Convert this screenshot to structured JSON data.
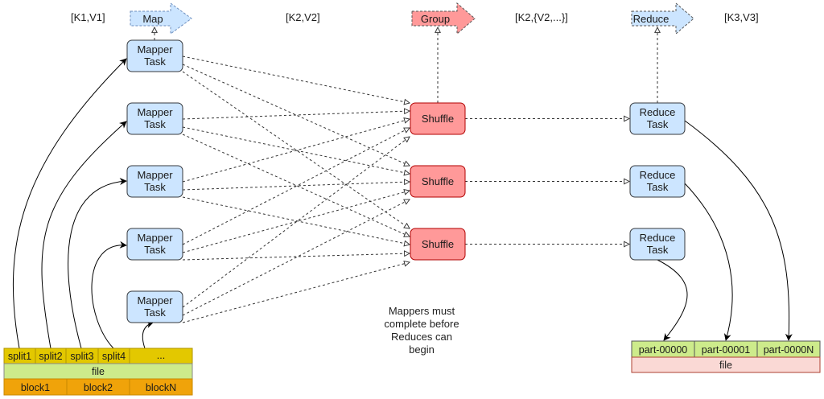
{
  "diagram": {
    "kv_labels": [
      "[K1,V1]",
      "[K2,V2]",
      "[K2,{V2,...}]",
      "[K3,V3]"
    ],
    "phase_arrows": [
      {
        "label": "Map",
        "color": "#cce5ff"
      },
      {
        "label": "Group",
        "color": "#ff9999"
      },
      {
        "label": "Reduce",
        "color": "#cce5ff"
      }
    ],
    "mappers": [
      {
        "line1": "Mapper",
        "line2": "Task"
      },
      {
        "line1": "Mapper",
        "line2": "Task"
      },
      {
        "line1": "Mapper",
        "line2": "Task"
      },
      {
        "line1": "Mapper",
        "line2": "Task"
      },
      {
        "line1": "Mapper",
        "line2": "Task"
      }
    ],
    "shuffles": [
      {
        "label": "Shuffle"
      },
      {
        "label": "Shuffle"
      },
      {
        "label": "Shuffle"
      }
    ],
    "reducers": [
      {
        "line1": "Reduce",
        "line2": "Task"
      },
      {
        "line1": "Reduce",
        "line2": "Task"
      },
      {
        "line1": "Reduce",
        "line2": "Task"
      }
    ],
    "note": [
      "Mappers must",
      "complete before",
      "Reduces can",
      "begin"
    ],
    "input_file": {
      "splits": [
        "split1",
        "split2",
        "split3",
        "split4",
        "..."
      ],
      "file_label": "file",
      "blocks": [
        "block1",
        "block2",
        "blockN"
      ]
    },
    "output_file": {
      "parts": [
        "part-00000",
        "part-00001",
        "part-0000N"
      ],
      "file_label": "file"
    },
    "colors": {
      "mapper_fill": "#cce5ff",
      "shuffle_fill": "#ff9999",
      "shuffle_stroke": "#b85450",
      "split_fill": "#e3c800",
      "file_fill": "#cdeb8b",
      "block_fill": "#f0a30a",
      "out_file_fill": "#fad9d5"
    }
  }
}
